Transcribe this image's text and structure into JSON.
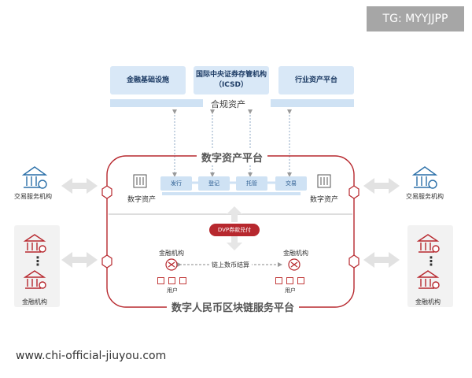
{
  "watermark_top": "TG: MYYJJPP",
  "watermark_bottom": "www.chi-official-jiuyou.com",
  "top_boxes": [
    "金融基础设施",
    "国际中央证券存管机构（ICSD）",
    "行业资产平台"
  ],
  "compliance_label": "合规资产",
  "platform_title": "数字资产平台",
  "process_steps": [
    "发行",
    "登记",
    "托管",
    "交易"
  ],
  "digital_asset_left": "数字资产",
  "digital_asset_right": "数字资产",
  "dvp_label": "DVP券款兑付",
  "fin_inst_left": "金融机构",
  "fin_inst_right": "金融机构",
  "settlement_label": "链上数币结算",
  "user_left": "用户",
  "user_right": "用户",
  "bottom_title": "数字人民币区块链服务平台",
  "left_exchange": "交易服务机构",
  "right_exchange": "交易服务机构",
  "left_fin": "金融机构",
  "right_fin": "金融机构",
  "ellipsis": "⋮",
  "colors": {
    "accent_red": "#b7282e",
    "blue_dark": "#2a5b8f",
    "light_blue": "#cfe2f4"
  }
}
